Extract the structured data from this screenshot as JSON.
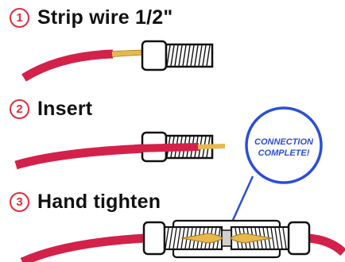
{
  "steps": [
    {
      "number": "1",
      "label": "Strip wire 1/2\""
    },
    {
      "number": "2",
      "label": "Insert"
    },
    {
      "number": "3",
      "label": "Hand tighten"
    }
  ],
  "callout": {
    "line1": "CONNECTION",
    "line2": "COMPLETE!"
  },
  "colors": {
    "accent": "#e32d3b",
    "wire": "#d3214a",
    "copper": "#e8b84a",
    "callout": "#2b4fd6",
    "outline": "#111111"
  }
}
